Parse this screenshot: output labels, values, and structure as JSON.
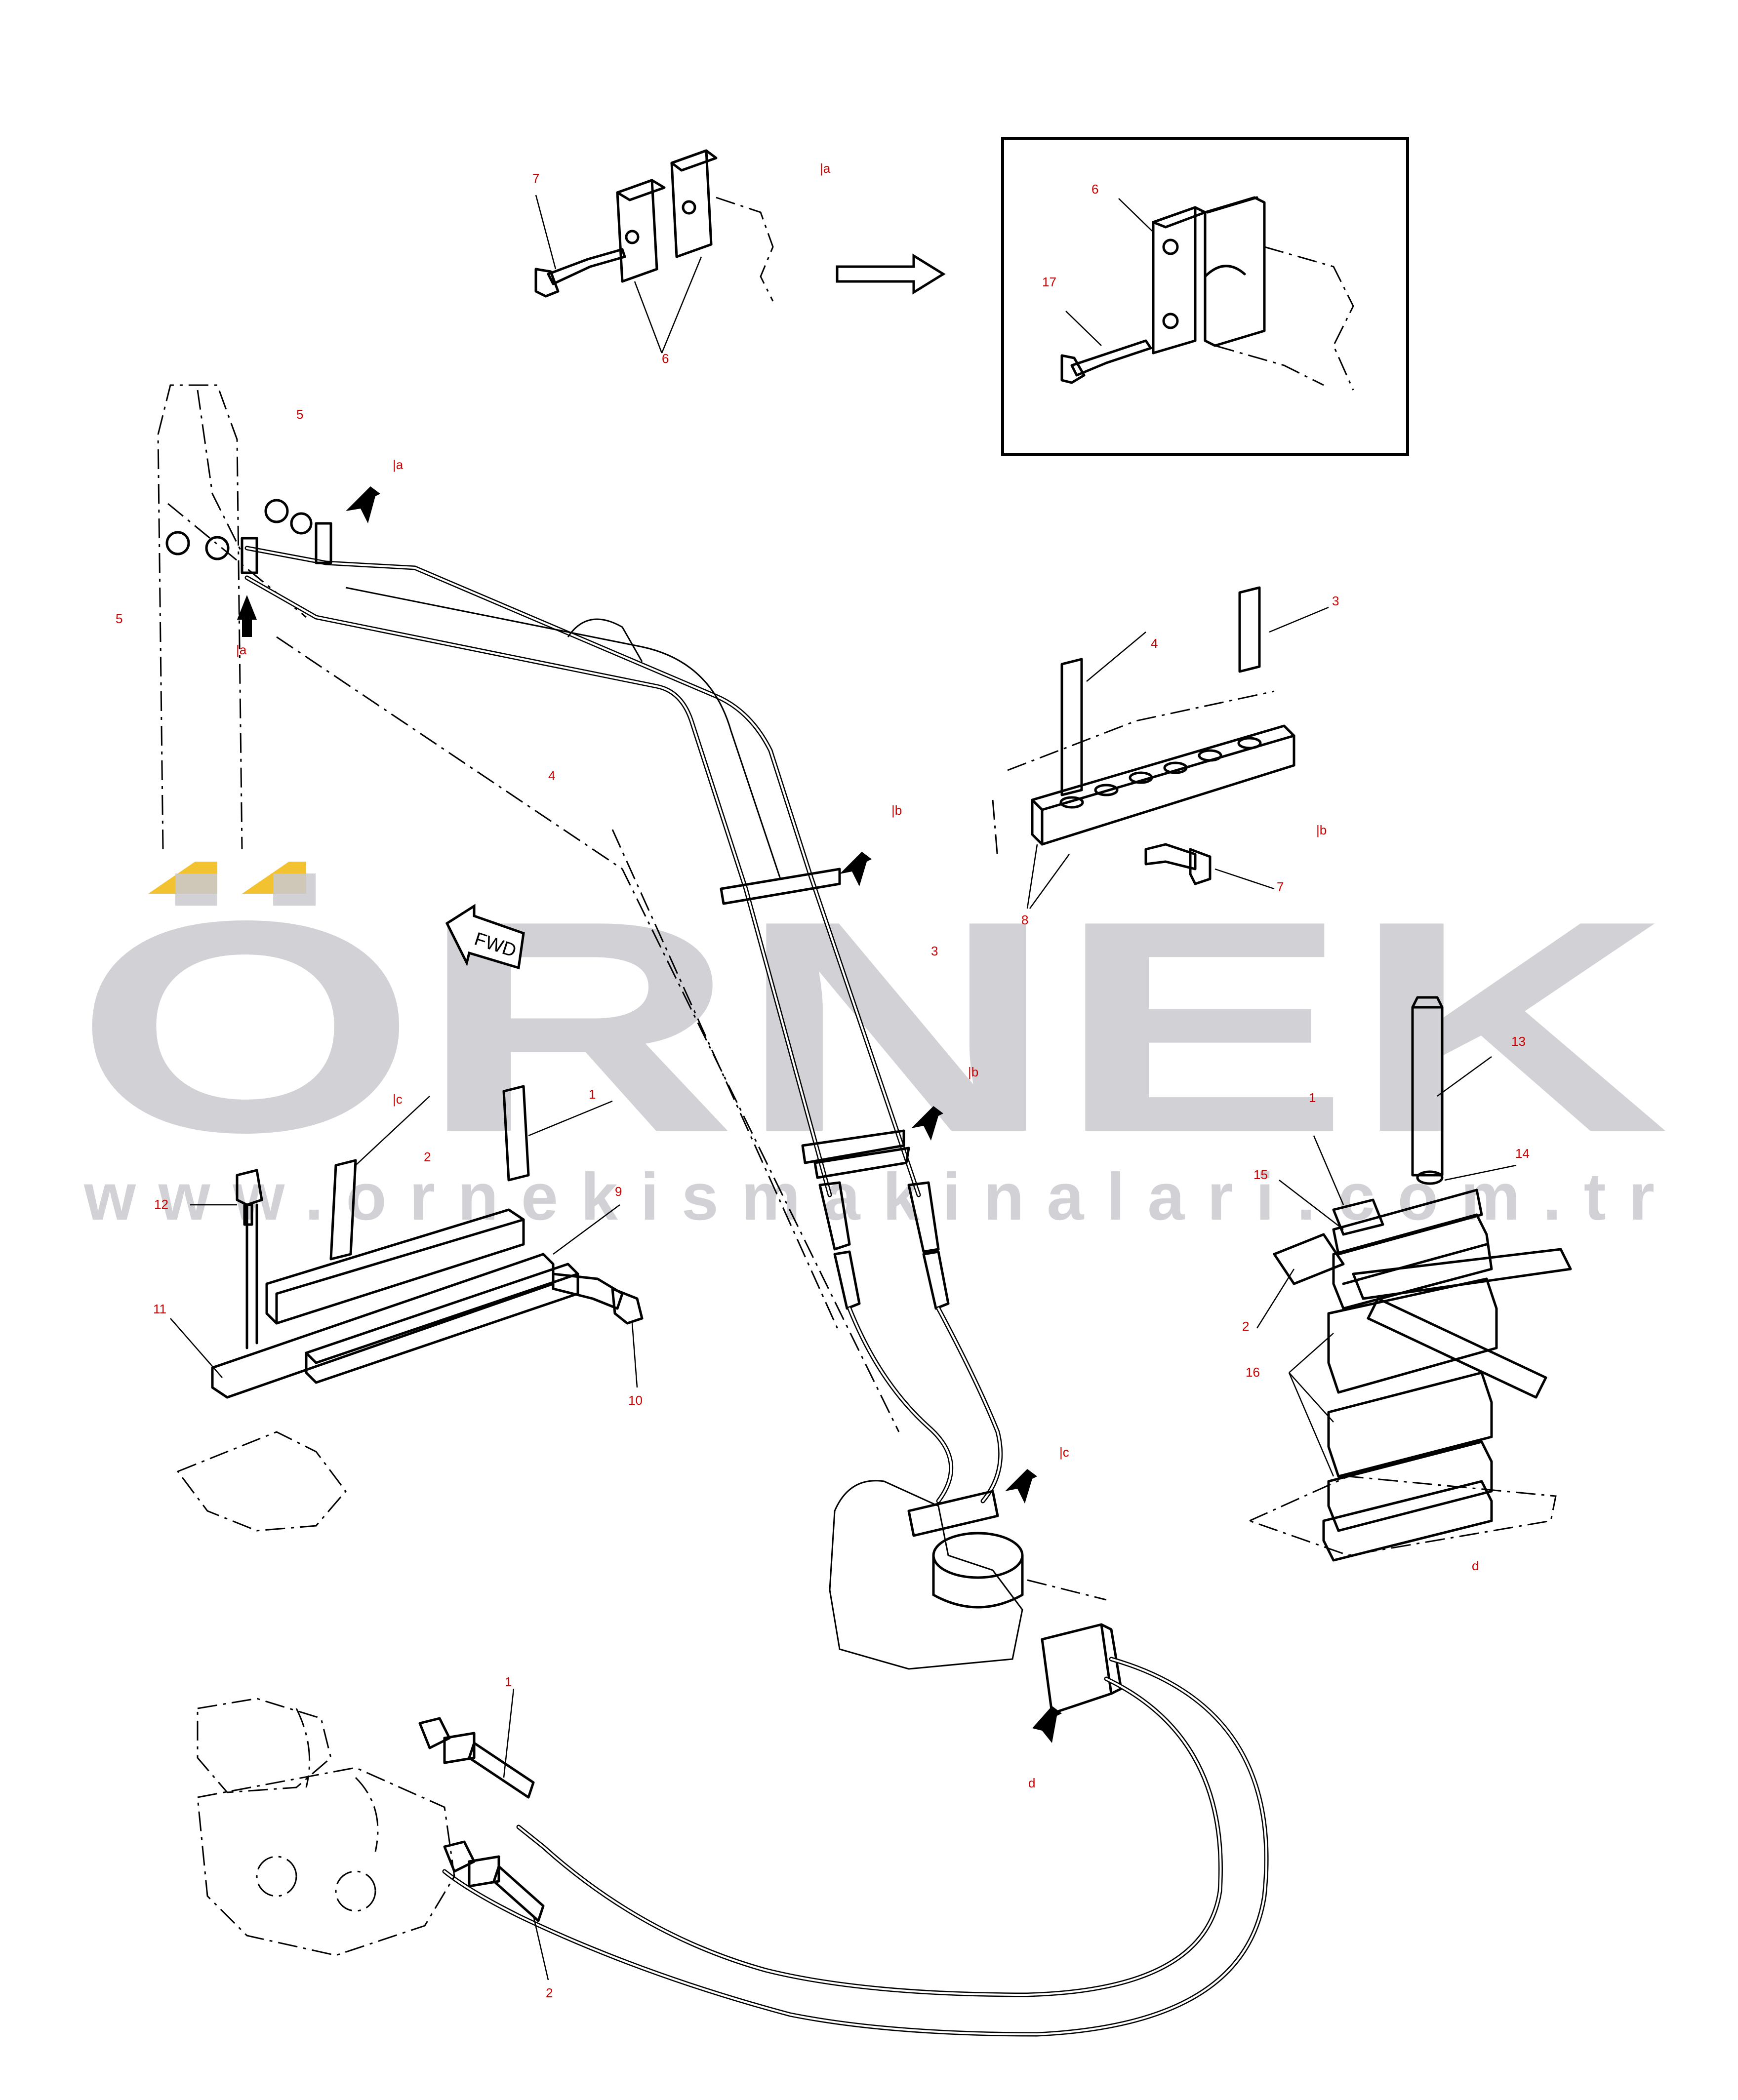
{
  "watermark": {
    "brand": "ÖRNEK",
    "url": "www.ornekismakinalari.com.tr",
    "accent_color": "#f2c230",
    "text_color": "#c9c9cf"
  },
  "diagram": {
    "fwd_label": "FWD",
    "callouts": {
      "a_top": "|a",
      "a_boom1": "|a",
      "a_boom2": "|a",
      "b_upper": "|b",
      "b_lower": "|b",
      "b_detail": "|b",
      "c_upper": "|c",
      "c_lower": "|c",
      "d_detail": "d",
      "d_swing": "d"
    },
    "part_numbers": {
      "p7_top": "7",
      "p6_top": "6",
      "p6_inset": "6",
      "p17": "17",
      "p5_upper": "5",
      "p5_lower": "5",
      "p4_boom": "4",
      "p3_boom": "3",
      "p4_detail": "4",
      "p3_detail": "3",
      "p7_detail": "7",
      "p8_detail": "8",
      "p1_left": "1",
      "p2_left": "2",
      "p9": "9",
      "p12": "12",
      "p11": "11",
      "p10": "10",
      "p13": "13",
      "p14": "14",
      "p15": "15",
      "p1_right": "1",
      "p2_right": "2",
      "p16": "16",
      "p1_bottom": "1",
      "p2_bottom": "2"
    }
  }
}
